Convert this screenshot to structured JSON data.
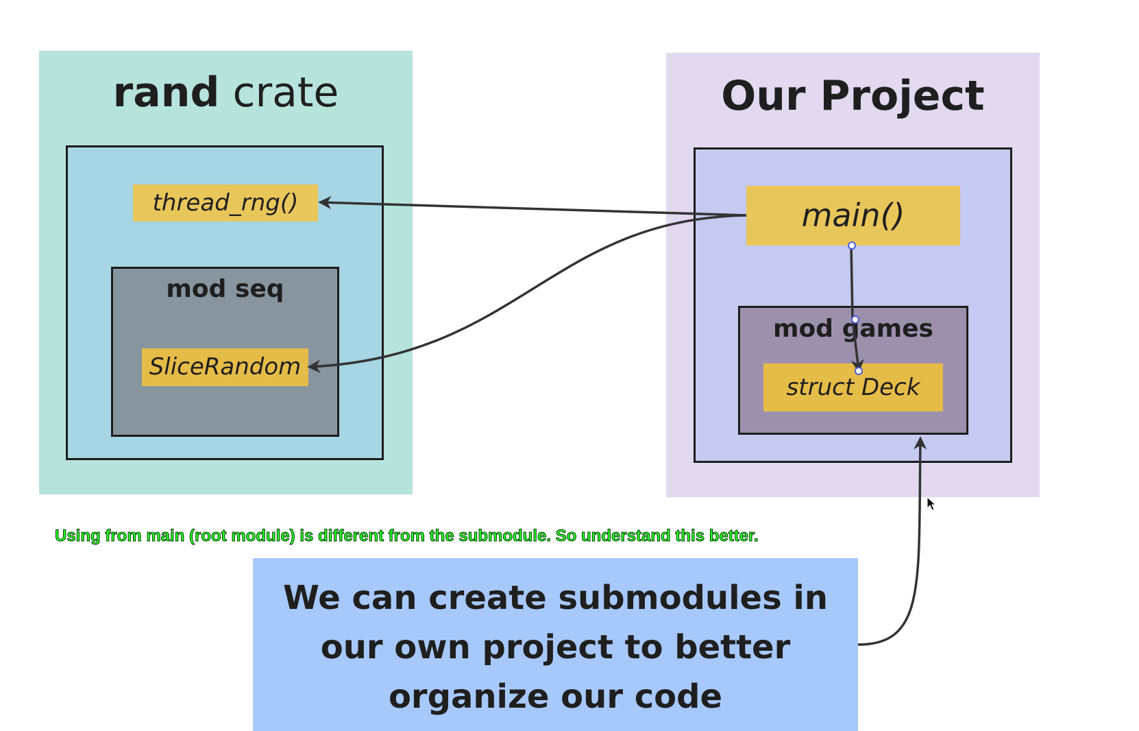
{
  "rand_crate": {
    "title_bold": "rand",
    "title_rest": " crate",
    "function": "thread_rng()",
    "module": "mod seq",
    "item": "SliceRandom"
  },
  "our_project": {
    "title": "Our Project",
    "function": "main()",
    "module": "mod games",
    "item": "struct Deck"
  },
  "caption": "Using from main (root module) is different from the submodule. So understand this better.",
  "note": "We can create submodules in our own project to better organize our code",
  "colors": {
    "rand_panel": "#b7e3dd",
    "rand_inner": "#a6d5e3",
    "mod_seq": "#87959f",
    "project_panel": "#e2d8ef",
    "project_inner": "#c5caf1",
    "mod_games": "#9d90ad",
    "item_yellow": "#e8c65a",
    "note_box": "#a7c8fb",
    "caption_text": "#22ff22",
    "arrow": "#333333",
    "handle": "#4a5ee0"
  }
}
